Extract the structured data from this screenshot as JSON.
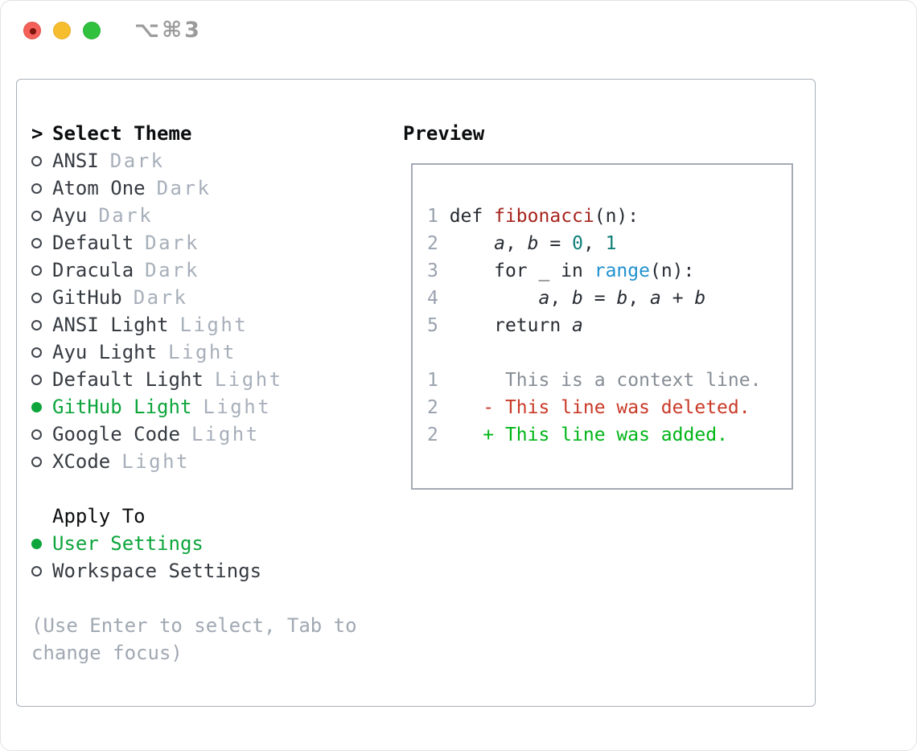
{
  "titlebar": {
    "shortcut": "⌥⌘3"
  },
  "theme_list": {
    "prompt": ">",
    "header": "Select Theme",
    "items": [
      {
        "name": "ANSI",
        "badge": "Dark",
        "selected": false
      },
      {
        "name": "Atom One",
        "badge": "Dark",
        "selected": false
      },
      {
        "name": "Ayu",
        "badge": "Dark",
        "selected": false
      },
      {
        "name": "Default",
        "badge": "Dark",
        "selected": false
      },
      {
        "name": "Dracula",
        "badge": "Dark",
        "selected": false
      },
      {
        "name": "GitHub",
        "badge": "Dark",
        "selected": false
      },
      {
        "name": "ANSI Light",
        "badge": "Light",
        "selected": false
      },
      {
        "name": "Ayu Light",
        "badge": "Light",
        "selected": false
      },
      {
        "name": "Default Light",
        "badge": "Light",
        "selected": false
      },
      {
        "name": "GitHub Light",
        "badge": "Light",
        "selected": true
      },
      {
        "name": "Google Code",
        "badge": "Light",
        "selected": false
      },
      {
        "name": "XCode",
        "badge": "Light",
        "selected": false
      }
    ]
  },
  "apply_to": {
    "header": "Apply To",
    "options": [
      {
        "name": "User Settings",
        "selected": true
      },
      {
        "name": "Workspace Settings",
        "selected": false
      }
    ]
  },
  "footer": {
    "line1": "(Use Enter to select, Tab to",
    "line2": "change focus)"
  },
  "preview": {
    "header": "Preview",
    "code": [
      {
        "num": "1",
        "t0": " def ",
        "t1": "fibonacci",
        "t2": "(n):"
      },
      {
        "num": "2",
        "t0": "     ",
        "t1": "a",
        "t2": ", ",
        "t3": "b",
        "t4": " = ",
        "t5": "0",
        "t6": ", ",
        "t7": "1"
      },
      {
        "num": "3",
        "t0": "     for _ in ",
        "t1": "range",
        "t2": "(n):"
      },
      {
        "num": "4",
        "t0": "         ",
        "t1": "a",
        "t2": ", ",
        "t3": "b",
        "t4": " = ",
        "t5": "b",
        "t6": ", ",
        "t7": "a",
        "t8": " + ",
        "t9": "b"
      },
      {
        "num": "5",
        "t0": "     return ",
        "t1": "a"
      }
    ],
    "diff": [
      {
        "num": "1",
        "text": "      This is a context line."
      },
      {
        "num": "2",
        "text": "    - This line was deleted."
      },
      {
        "num": "2",
        "text": "    + This line was added."
      }
    ]
  },
  "colors": {
    "accent_green": "#0da53c",
    "function_red": "#a6241c",
    "number_teal": "#0e7f78",
    "builtin_blue": "#2191cf",
    "diff_deleted_red": "#c93a28",
    "diff_added_green": "#00b517",
    "muted_gray": "#a7afba",
    "border_gray": "#a4abb4"
  }
}
